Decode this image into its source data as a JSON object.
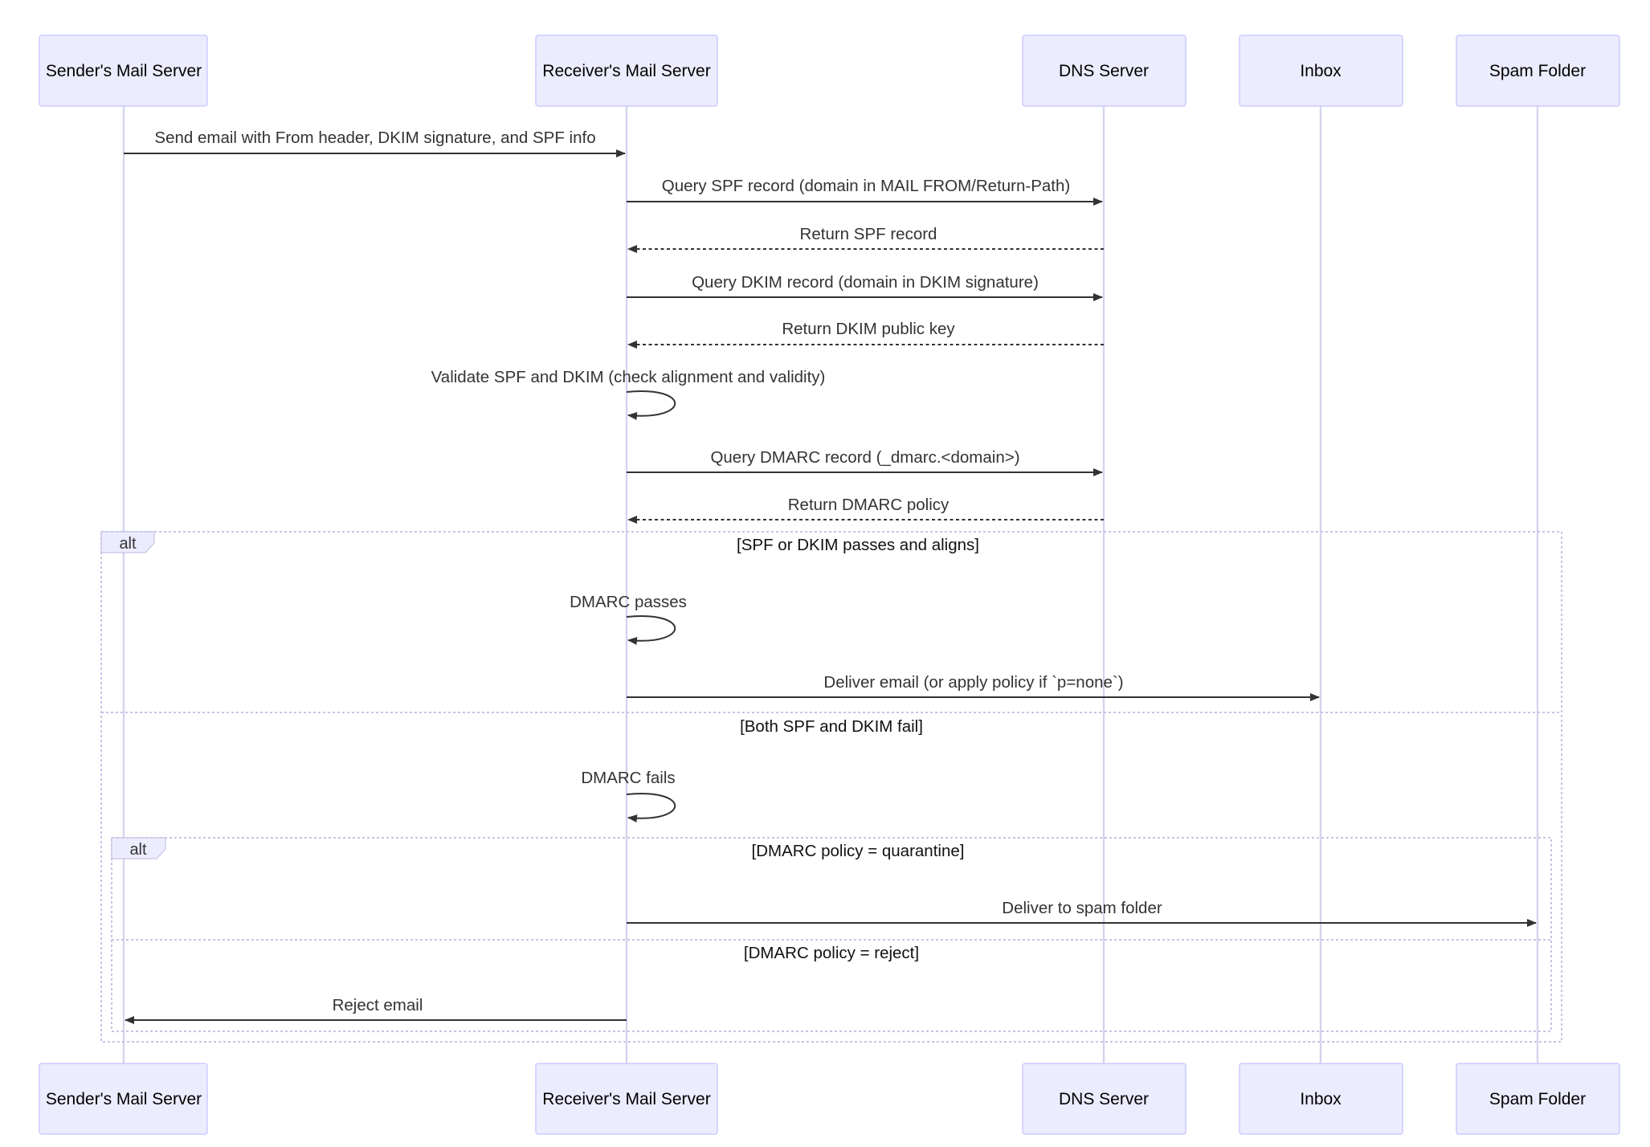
{
  "participants": [
    {
      "id": "sender",
      "label": "Sender's Mail Server"
    },
    {
      "id": "receiver",
      "label": "Receiver's Mail Server"
    },
    {
      "id": "dns",
      "label": "DNS Server"
    },
    {
      "id": "inbox",
      "label": "Inbox"
    },
    {
      "id": "spam",
      "label": "Spam Folder"
    }
  ],
  "messages": [
    {
      "from": "sender",
      "to": "receiver",
      "style": "solid",
      "label": "Send email with From header, DKIM signature, and SPF info"
    },
    {
      "from": "receiver",
      "to": "dns",
      "style": "solid",
      "label": "Query SPF record (domain in MAIL FROM/Return-Path)"
    },
    {
      "from": "dns",
      "to": "receiver",
      "style": "dashed",
      "label": "Return SPF record"
    },
    {
      "from": "receiver",
      "to": "dns",
      "style": "solid",
      "label": "Query DKIM record (domain in DKIM signature)"
    },
    {
      "from": "dns",
      "to": "receiver",
      "style": "dashed",
      "label": "Return DKIM public key"
    },
    {
      "from": "receiver",
      "to": "receiver",
      "style": "solid",
      "label": "Validate SPF and DKIM (check alignment and validity)"
    },
    {
      "from": "receiver",
      "to": "dns",
      "style": "solid",
      "label": "Query DMARC record (_dmarc.<domain>)"
    },
    {
      "from": "dns",
      "to": "receiver",
      "style": "dashed",
      "label": "Return DMARC policy"
    },
    {
      "from": "receiver",
      "to": "receiver",
      "style": "solid",
      "label": "DMARC passes"
    },
    {
      "from": "receiver",
      "to": "inbox",
      "style": "solid",
      "label": "Deliver email (or apply policy if `p=none`)"
    },
    {
      "from": "receiver",
      "to": "receiver",
      "style": "solid",
      "label": "DMARC fails"
    },
    {
      "from": "receiver",
      "to": "spam",
      "style": "solid",
      "label": "Deliver to spam folder"
    },
    {
      "from": "receiver",
      "to": "sender",
      "style": "solid",
      "label": "Reject email"
    }
  ],
  "frames": [
    {
      "keyword": "alt",
      "conditions": [
        "[SPF or DKIM passes and aligns]",
        "[Both SPF and DKIM fail]"
      ]
    },
    {
      "keyword": "alt",
      "conditions": [
        "[DMARC policy = quarantine]",
        "[DMARC policy = reject]"
      ]
    }
  ]
}
